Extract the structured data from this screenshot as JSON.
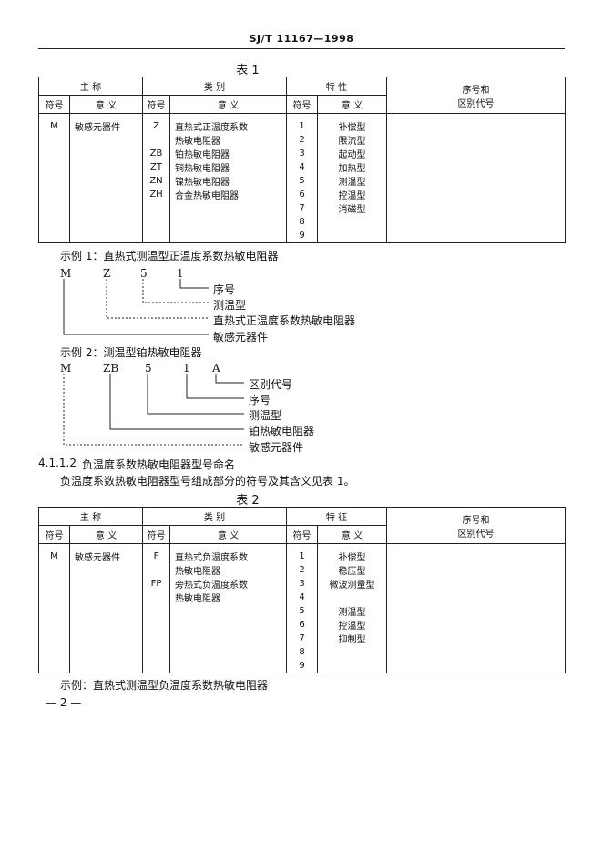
{
  "header": "SJ/T 11167—1998",
  "table1": {
    "caption": "表 1",
    "group_headers": [
      "主  称",
      "类  别",
      "特  性",
      "序号和\n区别代号"
    ],
    "group_last_line2": "区别代号",
    "group_last_line1": "序号和",
    "sub_headers": [
      "符号",
      "意  义",
      "符号",
      "意  义",
      "符号",
      "意  义"
    ],
    "rows": [
      [
        "M",
        "敏感元器件",
        "Z",
        "直热式正温度系数",
        "1",
        "补偿型"
      ],
      [
        "",
        "",
        "",
        "热敏电阻器",
        "2",
        "限流型"
      ],
      [
        "",
        "",
        "ZB",
        "铂热敏电阻器",
        "3",
        "起动型"
      ],
      [
        "",
        "",
        "ZT",
        "铜热敏电阻器",
        "4",
        "加热型"
      ],
      [
        "",
        "",
        "ZN",
        "镍热敏电阻器",
        "5",
        "测温型"
      ],
      [
        "",
        "",
        "ZH",
        "合金热敏电阻器",
        "6",
        "控温型"
      ],
      [
        "",
        "",
        "",
        "",
        "7",
        "消磁型"
      ],
      [
        "",
        "",
        "",
        "",
        "8",
        ""
      ],
      [
        "",
        "",
        "",
        "",
        "9",
        ""
      ]
    ]
  },
  "example1": {
    "title": "示例 1：直热式测温型正温度系数热敏电阻器",
    "codes": [
      "M",
      "Z",
      "5",
      "1"
    ],
    "labels": [
      "序号",
      "测温型",
      "直热式正温度系数热敏电阻器",
      "敏感元器件"
    ]
  },
  "example2": {
    "title": "示例 2：测温型铂热敏电阻器",
    "codes": [
      "M",
      "ZB",
      "5",
      "1",
      "A"
    ],
    "labels": [
      "区别代号",
      "序号",
      "测温型",
      "铂热敏电阻器",
      "敏感元器件"
    ]
  },
  "section": {
    "number": "4.1.1.2",
    "heading": "负温度系数热敏电阻器型号命名",
    "body": "负温度系数热敏电阻器型号组成部分的符号及其含义见表 1。"
  },
  "table2": {
    "caption": "表 2",
    "group_headers": [
      "主  称",
      "类  别",
      "特  征"
    ],
    "group_last_line1": "序号和",
    "group_last_line2": "区别代号",
    "sub_headers": [
      "符号",
      "意  义",
      "符号",
      "意  义",
      "符号",
      "意  义"
    ],
    "rows": [
      [
        "M",
        "敏感元器件",
        "F",
        "直热式负温度系数",
        "1",
        "补偿型"
      ],
      [
        "",
        "",
        "",
        "热敏电阻器",
        "2",
        "稳压型"
      ],
      [
        "",
        "",
        "FP",
        "旁热式负温度系数",
        "3",
        "微波测量型"
      ],
      [
        "",
        "",
        "",
        "热敏电阻器",
        "4",
        ""
      ],
      [
        "",
        "",
        "",
        "",
        "5",
        "测温型"
      ],
      [
        "",
        "",
        "",
        "",
        "6",
        "控温型"
      ],
      [
        "",
        "",
        "",
        "",
        "7",
        "抑制型"
      ],
      [
        "",
        "",
        "",
        "",
        "8",
        ""
      ],
      [
        "",
        "",
        "",
        "",
        "9",
        ""
      ]
    ]
  },
  "example3": {
    "title": "示例：直热式测温型负温度系数热敏电阻器"
  },
  "page_number": "— 2 —"
}
